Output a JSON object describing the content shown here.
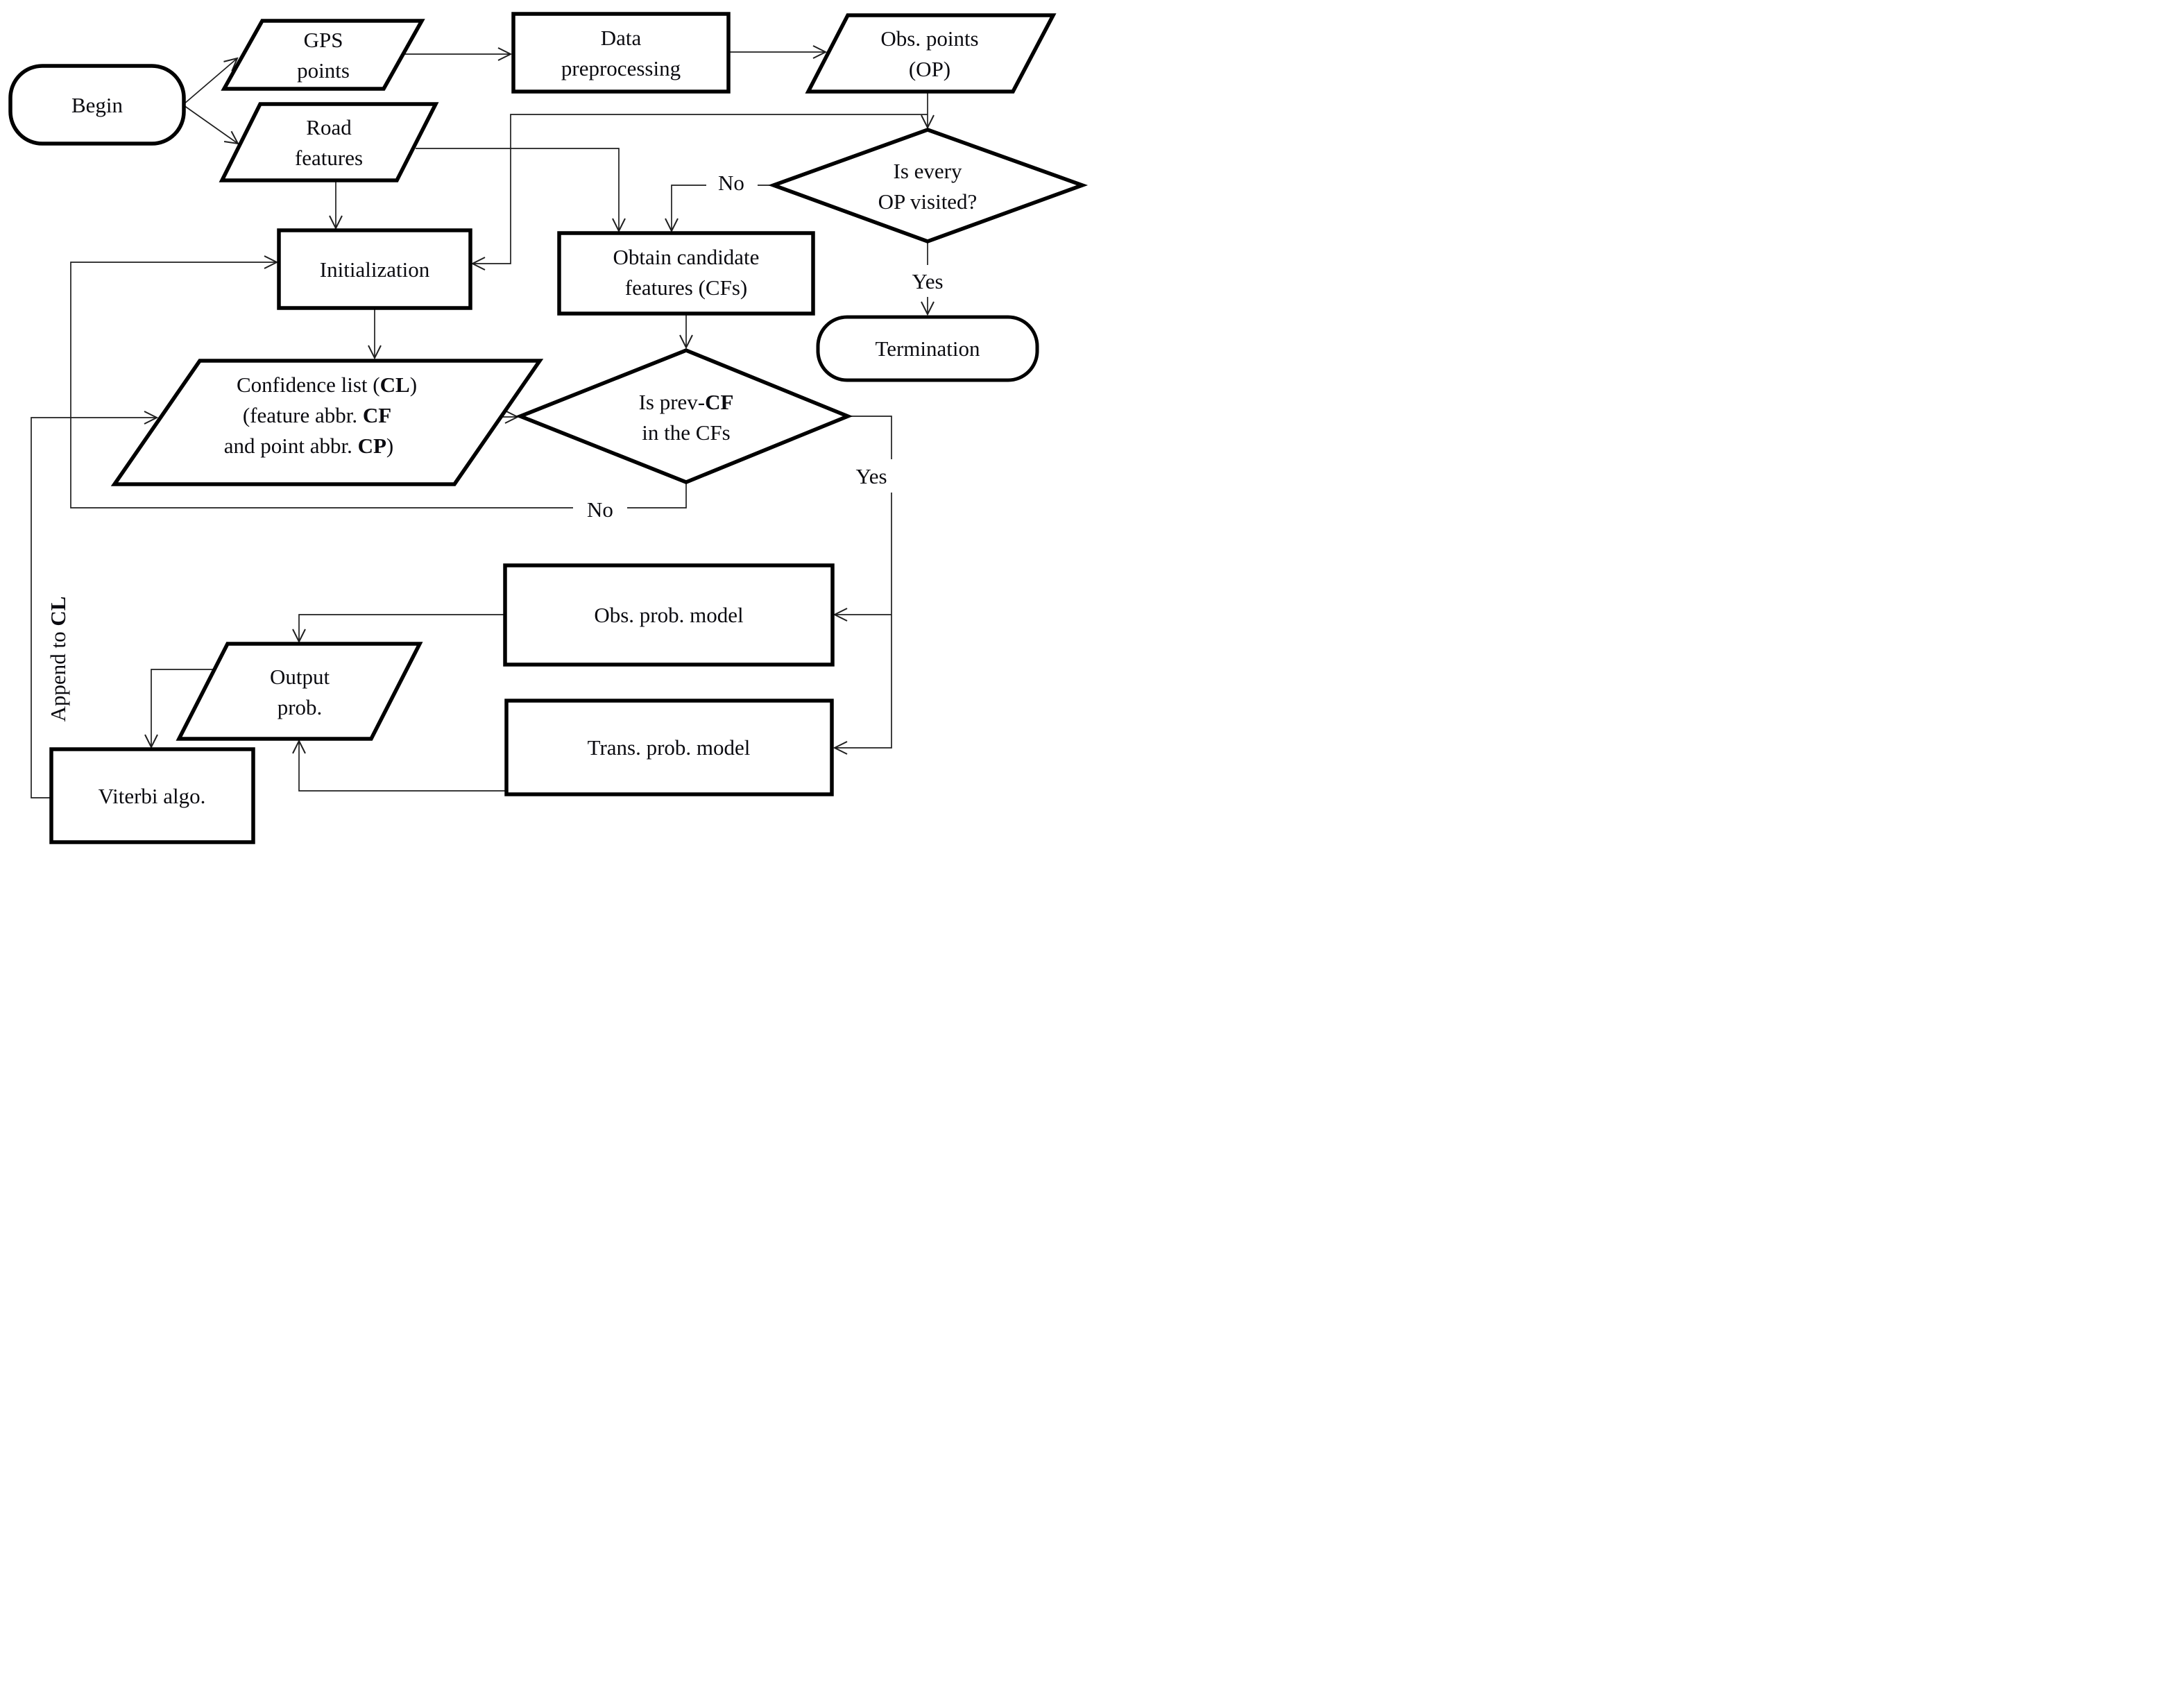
{
  "page": {
    "background": "#ffffff",
    "diagram_type": "flowchart"
  },
  "colors": {
    "shape_stroke": "#000000",
    "connector_stroke": "#1f1f1f",
    "text": "#0b0b10",
    "shape_fill": "#ffffff"
  },
  "nodes": {
    "begin": {
      "shape": "terminator",
      "label": "Begin"
    },
    "gps_points": {
      "shape": "parallelogram",
      "line1": "GPS",
      "line2": "points"
    },
    "data_preprocessing": {
      "shape": "process",
      "line1": "Data",
      "line2": "preprocessing"
    },
    "obs_points": {
      "shape": "parallelogram",
      "line1": "Obs. points",
      "line2": "(OP)"
    },
    "road_features": {
      "shape": "parallelogram",
      "line1": "Road",
      "line2": "features"
    },
    "is_every_op_visited": {
      "shape": "decision",
      "line1": "Is every",
      "line2": "OP visited?"
    },
    "initialization": {
      "shape": "process",
      "label": "Initialization"
    },
    "obtain_candidate_features": {
      "shape": "process",
      "line1": "Obtain candidate",
      "line2": "features (CFs)"
    },
    "termination": {
      "shape": "terminator",
      "label": "Termination"
    },
    "confidence_list": {
      "shape": "parallelogram",
      "line1_pre": "Confidence list (",
      "line1_bold": "CL",
      "line1_post": ")",
      "line2_pre": "(feature abbr. ",
      "line2_bold": "CF",
      "line3_pre": "and point abbr. ",
      "line3_bold": "CP",
      "line3_post": ")"
    },
    "is_prev_cf_in_cfs": {
      "shape": "decision",
      "line1_pre": "Is prev-",
      "line1_bold": "CF",
      "line2": "in the CFs"
    },
    "obs_prob_model": {
      "shape": "process",
      "label": "Obs. prob. model"
    },
    "trans_prob_model": {
      "shape": "process",
      "label": "Trans. prob. model"
    },
    "output_prob": {
      "shape": "parallelogram",
      "line1": "Output",
      "line2": "prob."
    },
    "viterbi_algo": {
      "shape": "process",
      "label": "Viterbi algo."
    }
  },
  "edge_labels": {
    "op_visited_no": "No",
    "op_visited_yes": "Yes",
    "prev_cf_yes": "Yes",
    "prev_cf_no": "No",
    "append_pre": "Append to ",
    "append_bold": "CL"
  }
}
